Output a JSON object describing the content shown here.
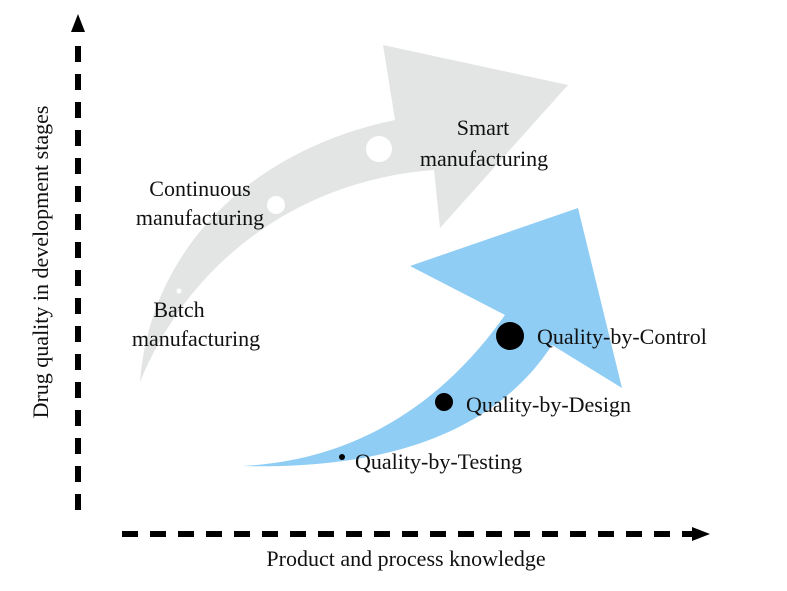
{
  "axes": {
    "x_label": "Product and process knowledge",
    "y_label": "Drug quality in development stages"
  },
  "manufacturing_arrow": {
    "color": "#e3e4e4",
    "stages": [
      {
        "line1": "Batch",
        "line2": "manufacturing"
      },
      {
        "line1": "Continuous",
        "line2": "manufacturing"
      },
      {
        "line1": "Smart",
        "line2": "manufacturing"
      }
    ]
  },
  "quality_arrow": {
    "color": "#8fcdf5",
    "stages": [
      {
        "label": "Quality-by-Testing"
      },
      {
        "label": "Quality-by-Design"
      },
      {
        "label": "Quality-by-Control"
      }
    ]
  }
}
